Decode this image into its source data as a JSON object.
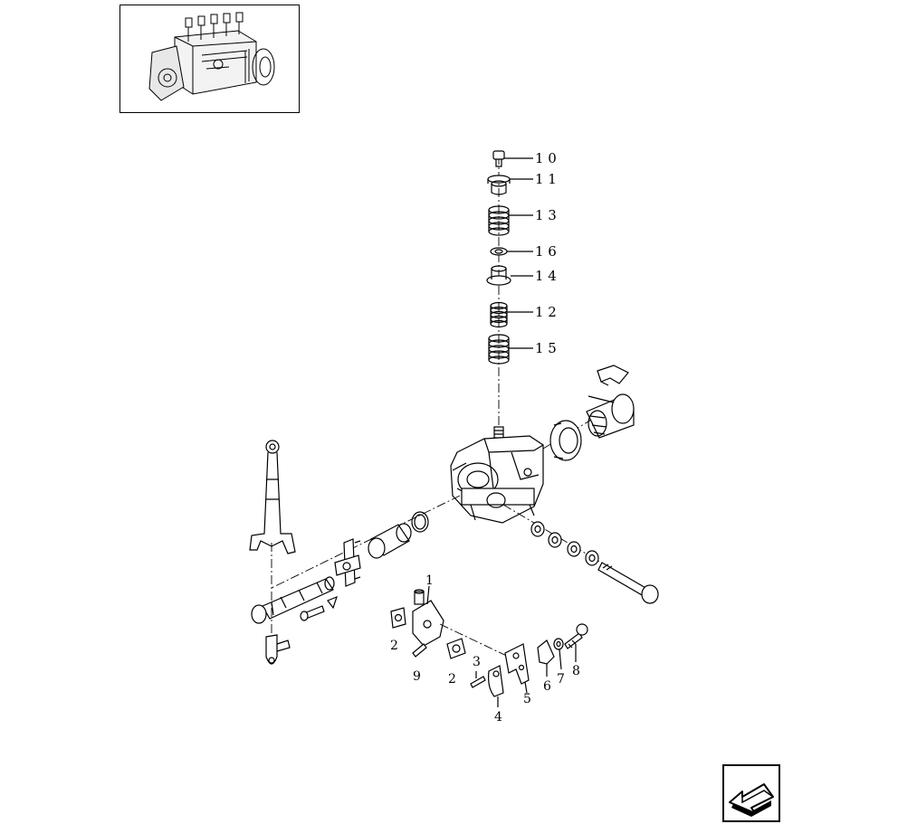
{
  "callouts": [
    {
      "id": "10",
      "text": "1 0"
    },
    {
      "id": "11",
      "text": "1 1"
    },
    {
      "id": "13",
      "text": "1 3"
    },
    {
      "id": "16",
      "text": "1 6"
    },
    {
      "id": "14",
      "text": "1 4"
    },
    {
      "id": "12",
      "text": "1 2"
    },
    {
      "id": "15",
      "text": "1 5"
    },
    {
      "id": "1",
      "text": "1"
    },
    {
      "id": "2a",
      "text": "2"
    },
    {
      "id": "9",
      "text": "9"
    },
    {
      "id": "2b",
      "text": "2"
    },
    {
      "id": "3",
      "text": "3"
    },
    {
      "id": "4",
      "text": "4"
    },
    {
      "id": "5",
      "text": "5"
    },
    {
      "id": "6",
      "text": "6"
    },
    {
      "id": "7",
      "text": "7"
    },
    {
      "id": "8",
      "text": "8"
    }
  ],
  "icons": {
    "thumbnail": "injection-pump-thumbnail-icon",
    "navigation": "back-arrow-icon"
  }
}
